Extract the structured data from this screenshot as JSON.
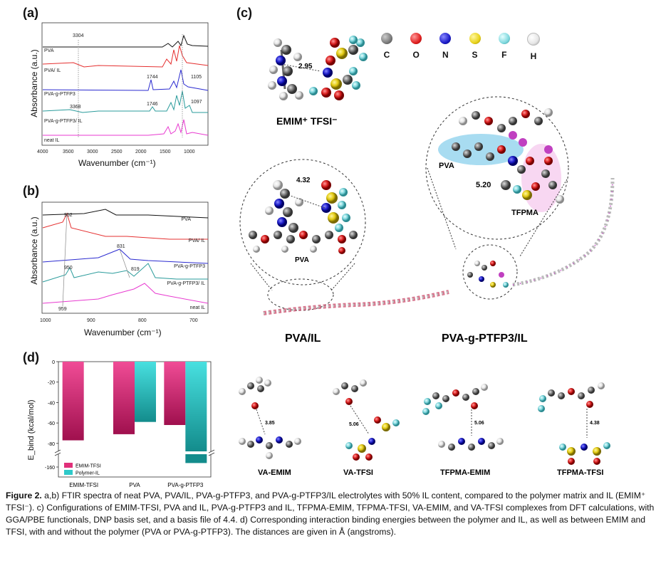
{
  "panel_labels": {
    "a": "(a)",
    "b": "(b)",
    "c": "(c)",
    "d": "(d)"
  },
  "panel_a": {
    "ylabel": "Absorbance (a.u.)",
    "xlabel": "Wavenumber (cm⁻¹)",
    "x_ticks": [
      "4000",
      "3500",
      "3000",
      "2500",
      "2000",
      "1500",
      "1000"
    ],
    "traces": [
      {
        "name": "PVA",
        "color": "#111111"
      },
      {
        "name": "PVA/ IL",
        "color": "#e53030"
      },
      {
        "name": "PVA-g-PTFP3",
        "color": "#2b2bd0"
      },
      {
        "name": "PVA-g-PTFP3/ IL",
        "color": "#2a9b9b"
      },
      {
        "name": "neat IL",
        "color": "#e83ad0"
      }
    ],
    "annotations": [
      "3304",
      "1744",
      "1105",
      "3368",
      "1746",
      "1097"
    ]
  },
  "panel_b": {
    "ylabel": "Absorbance (a.u.)",
    "xlabel": "Wavenumber (cm⁻¹)",
    "x_ticks": [
      "1000",
      "900",
      "800",
      "700"
    ],
    "traces": [
      {
        "name": "PVA",
        "color": "#111111"
      },
      {
        "name": "PVA/ IL",
        "color": "#e53030"
      },
      {
        "name": "PVA-g-PTFP3",
        "color": "#2b2bd0"
      },
      {
        "name": "PVA-g-PTFP3/ IL",
        "color": "#2a9b9b"
      },
      {
        "name": "neat IL",
        "color": "#e83ad0"
      }
    ],
    "annotations": [
      "952",
      "831",
      "819",
      "950",
      "959"
    ]
  },
  "panel_c": {
    "element_legend": [
      {
        "symbol": "C",
        "color": "#7a7a7a"
      },
      {
        "symbol": "O",
        "color": "#e02020"
      },
      {
        "symbol": "N",
        "color": "#1c1cc8"
      },
      {
        "symbol": "S",
        "color": "#e8d21a"
      },
      {
        "symbol": "F",
        "color": "#7fd8de"
      },
      {
        "symbol": "H",
        "color": "#f2f2f2"
      }
    ],
    "emim_tfsi_label": "EMIM⁺ TFSI⁻",
    "emim_tfsi_distance": "2.95",
    "pva_il_distance": "4.32",
    "pva_inset_label": "PVA",
    "pva_g_inset_pva": "PVA",
    "pva_g_inset_tfpma": "TFPMA",
    "pva_g_distance": "5.20",
    "pva_il_title": "PVA/IL",
    "pva_g_title": "PVA-g-PTFP3/IL",
    "complexes": [
      {
        "name": "VA-EMIM",
        "distance": "3.85"
      },
      {
        "name": "VA-TFSI",
        "distance": "5.06"
      },
      {
        "name": "TFPMA-EMIM",
        "distance": "5.06"
      },
      {
        "name": "TFPMA-TFSI",
        "distance": "4.38"
      }
    ]
  },
  "chart_data": {
    "type": "bar",
    "title": "",
    "ylabel": "E_bind (kcal/mol)",
    "categories": [
      "EMIM-TFSI",
      "PVA",
      "PVA-g-PTFP3"
    ],
    "y_ticks": [
      "0",
      "-20",
      "-40",
      "-60",
      "-80",
      "-160"
    ],
    "ylim": [
      -165,
      0
    ],
    "axis_break": [
      -85,
      -155
    ],
    "series": [
      {
        "name": "EMIM-TFSI",
        "color": "#e0307a",
        "values": [
          -77,
          -71,
          -62
        ]
      },
      {
        "name": "Polymer-IL",
        "color": "#2ec9c9",
        "values": [
          null,
          -59,
          -158
        ]
      }
    ],
    "legend_position": "bottom-left"
  },
  "caption": {
    "figure_label": "Figure 2.",
    "text": " a,b) FTIR spectra of neat PVA, PVA/IL, PVA-g-PTFP3, and PVA-g-PTFP3/IL electrolytes with 50% IL content, compared to the polymer matrix and IL (EMIM⁺ TFSI⁻). c) Configurations of EMIM-TFSI, PVA and IL, PVA-g-PTFP3 and IL, TFPMA-EMIM, TFPMA-TFSI, VA-EMIM, and VA-TFSI complexes from DFT calculations, with GGA/PBE functionals, DNP basis set, and a basis file of 4.4. d) Corresponding interaction binding energies between the polymer and IL, as well as between EMIM and TFSI, with and without the polymer (PVA or PVA-g-PTFP3). The distances are given in Å (angstroms)."
  }
}
